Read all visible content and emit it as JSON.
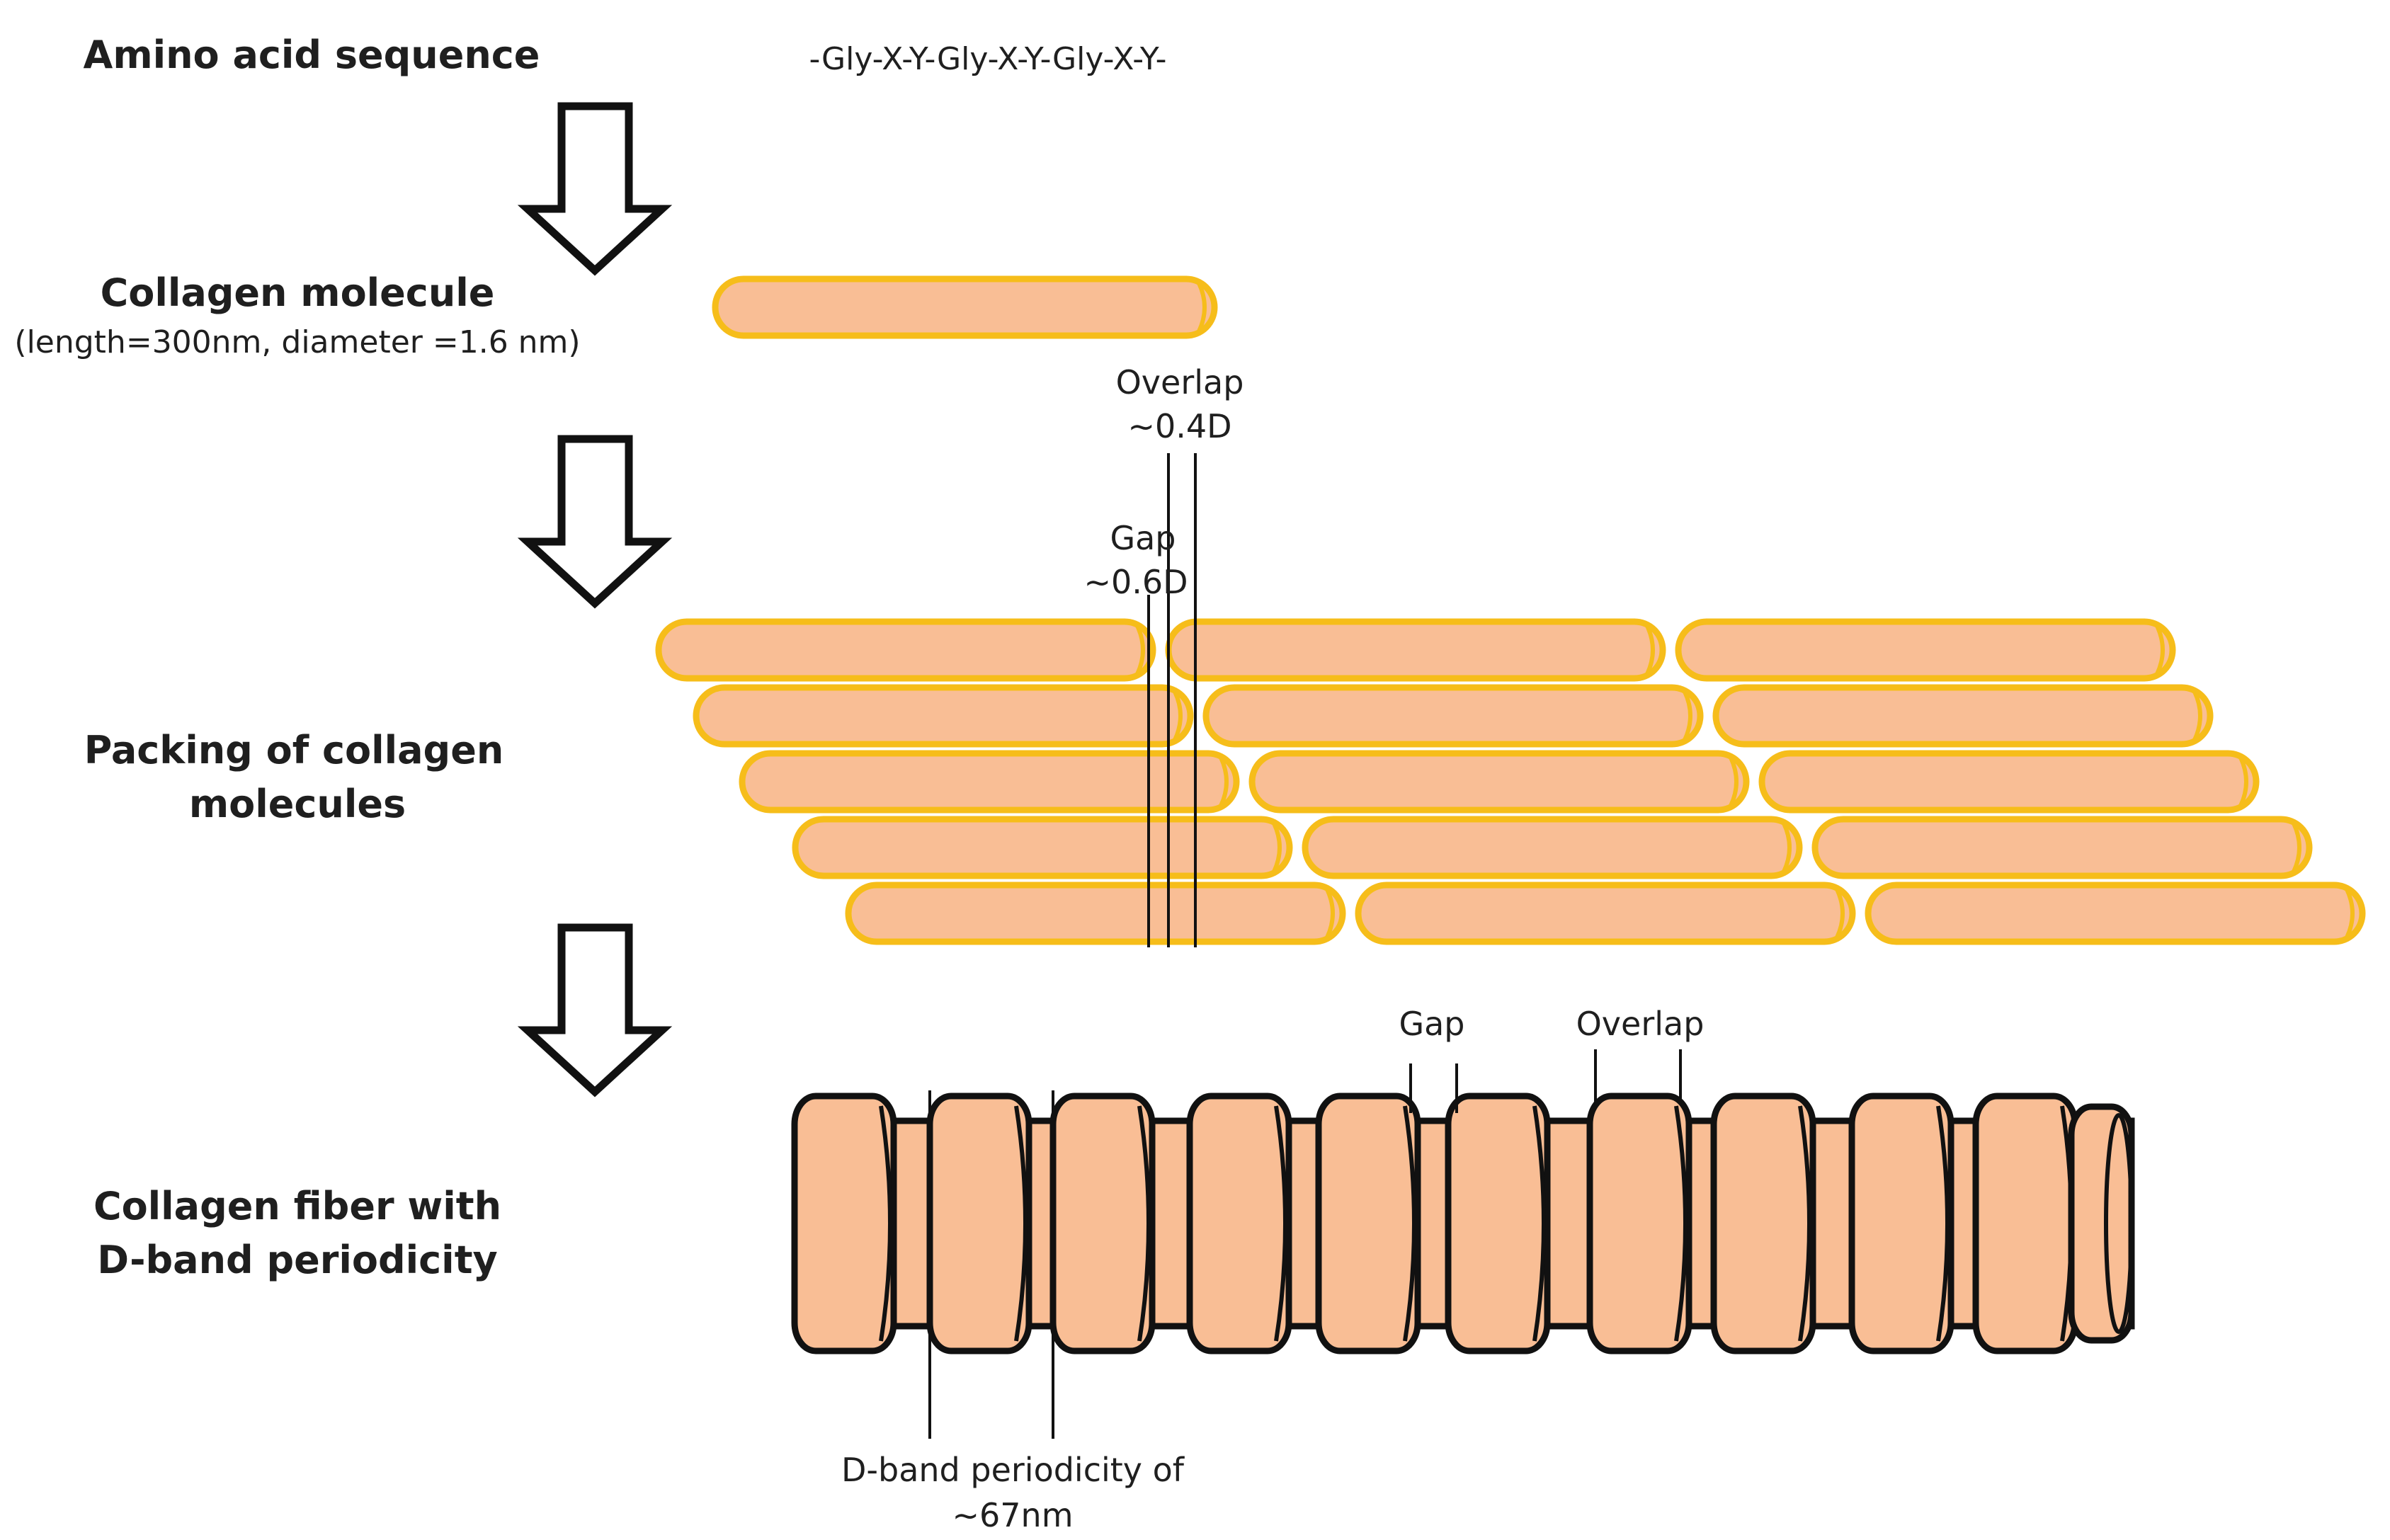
{
  "stages": {
    "amino_acid": {
      "title": "Amino acid sequence",
      "sequence": "-Gly-X-Y-Gly-X-Y-Gly-X-Y-"
    },
    "molecule": {
      "title": "Collagen molecule",
      "subtitle": "(length=300nm, diameter =1.6 nm)"
    },
    "packing": {
      "title_line1": "Packing of collagen",
      "title_line2": "molecules"
    },
    "fiber": {
      "title_line1": "Collagen fiber with",
      "title_line2": "D-band periodicity"
    }
  },
  "annotations": {
    "overlap_line1": "Overlap",
    "overlap_line2": "~0.4D",
    "gap_line1": "Gap",
    "gap_line2": "~0.6D",
    "fiber_gap": "Gap",
    "fiber_overlap": "Overlap",
    "dband_line1": "D-band periodicity of",
    "dband_line2": "~67nm"
  },
  "colors": {
    "molecule_fill": "#F9BE95",
    "molecule_outline": "#F6BD1A",
    "fiber_fill": "#F9BE95",
    "outline": "#111111"
  }
}
